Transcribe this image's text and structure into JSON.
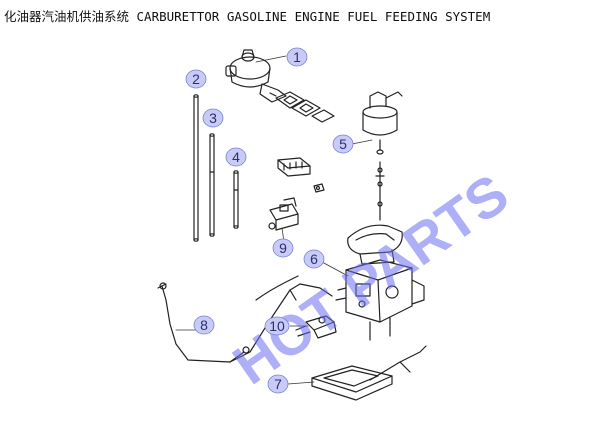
{
  "title": "化油器汽油机供油系统 CARBURETTOR GASOLINE ENGINE FUEL FEEDING SYSTEM",
  "watermark": "HOT PARTS",
  "callouts": [
    "1",
    "2",
    "3",
    "4",
    "5",
    "6",
    "7",
    "8",
    "9",
    "10"
  ],
  "colors": {
    "callout_fill": "#c9cbf7",
    "callout_stroke": "#7b80d6",
    "line": "#222222",
    "watermark": "#6b6ff0"
  }
}
